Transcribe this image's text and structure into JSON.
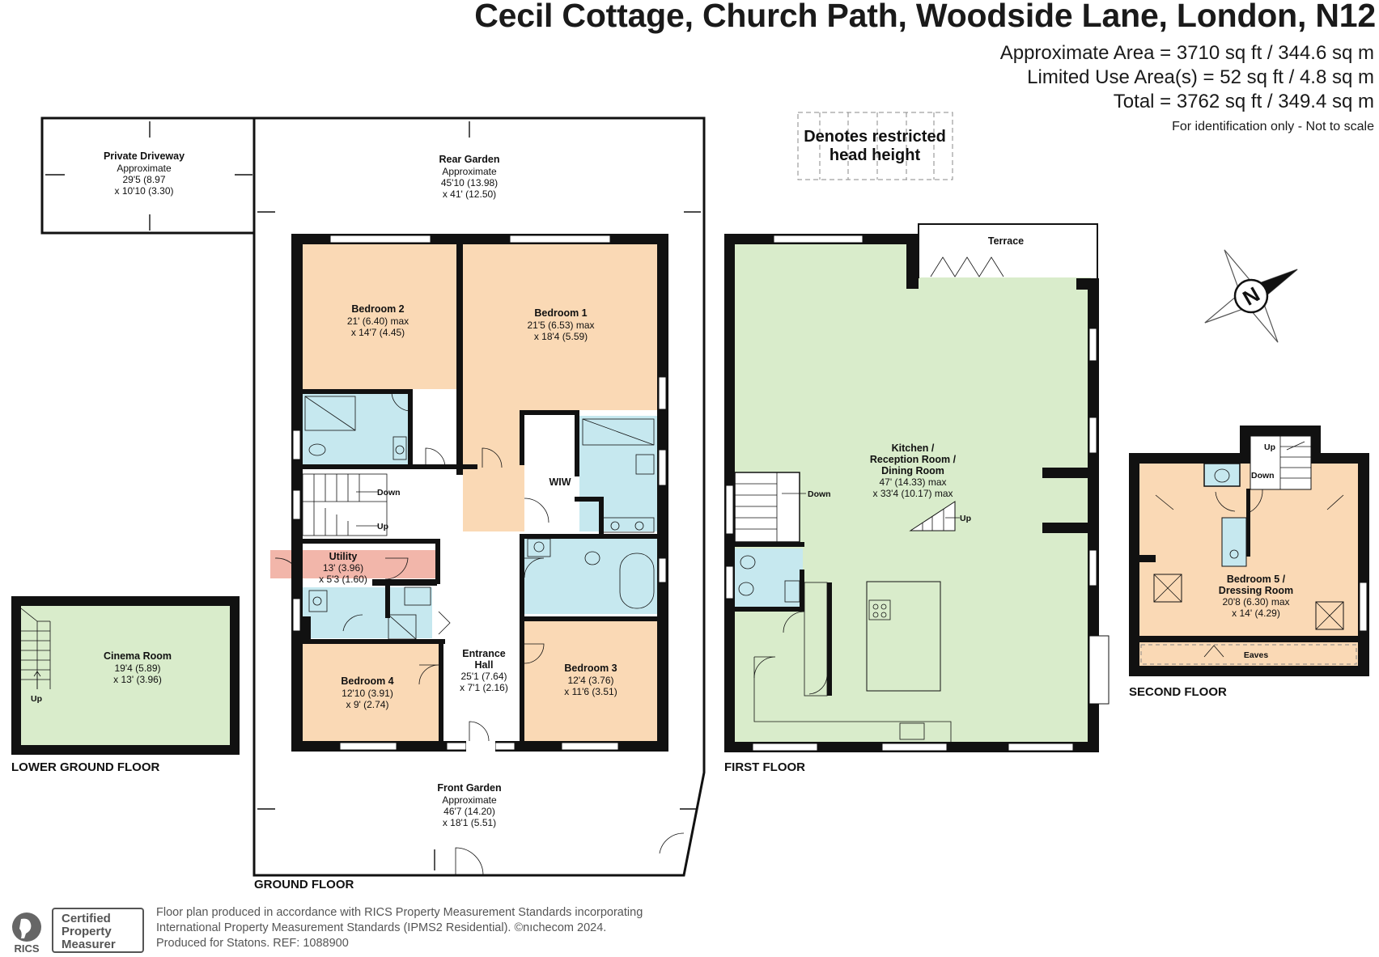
{
  "header": {
    "title": "Cecil Cottage, Church Path, Woodside Lane, London, N12",
    "area_line1": "Approximate Area = 3710 sq ft / 344.6 sq m",
    "area_line2": "Limited Use Area(s) = 52 sq ft / 4.8 sq m",
    "area_line3": "Total = 3762 sq ft / 349.4 sq m",
    "identification": "For identification only - Not to scale"
  },
  "legend": {
    "line1": "Denotes restricted",
    "line2": "head height"
  },
  "floors": {
    "lower_ground": "LOWER GROUND FLOOR",
    "ground": "GROUND FLOOR",
    "first": "FIRST FLOOR",
    "second": "SECOND FLOOR"
  },
  "rooms": {
    "driveway": {
      "name": "Private Driveway",
      "l2": "Approximate",
      "l3": "29'5 (8.97",
      "l4": "x 10'10 (3.30)"
    },
    "rear_garden": {
      "name": "Rear Garden",
      "l2": "Approximate",
      "l3": "45'10 (13.98)",
      "l4": "x 41' (12.50)"
    },
    "bedroom2": {
      "name": "Bedroom 2",
      "l2": "21' (6.40) max",
      "l3": "x 14'7 (4.45)"
    },
    "bedroom1": {
      "name": "Bedroom 1",
      "l2": "21'5 (6.53) max",
      "l3": "x 18'4 (5.59)"
    },
    "wiw": {
      "name": "WIW"
    },
    "utility": {
      "name": "Utility",
      "l2": "13' (3.96)",
      "l3": "x 5'3 (1.60)"
    },
    "entrance": {
      "name": "Entrance",
      "name2": "Hall",
      "l2": "25'1 (7.64)",
      "l3": "x 7'1 (2.16)"
    },
    "bedroom3": {
      "name": "Bedroom 3",
      "l2": "12'4 (3.76)",
      "l3": "x 11'6 (3.51)"
    },
    "bedroom4": {
      "name": "Bedroom 4",
      "l2": "12'10 (3.91)",
      "l3": "x 9' (2.74)"
    },
    "front_garden": {
      "name": "Front Garden",
      "l2": "Approximate",
      "l3": "46'7 (14.20)",
      "l4": "x 18'1 (5.51)"
    },
    "cinema": {
      "name": "Cinema Room",
      "l2": "19'4 (5.89)",
      "l3": "x 13' (3.96)"
    },
    "kitchen": {
      "name": "Kitchen /",
      "name2": "Reception Room /",
      "name3": "Dining Room",
      "l2": "47' (14.33) max",
      "l3": "x 33'4 (10.17) max"
    },
    "terrace": {
      "name": "Terrace"
    },
    "bedroom5": {
      "name": "Bedroom 5 /",
      "name2": "Dressing Room",
      "l2": "20'8 (6.30) max",
      "l3": "x 14' (4.29)"
    },
    "eaves": {
      "name": "Eaves"
    }
  },
  "stairs": {
    "down": "Down",
    "up": "Up"
  },
  "compass": {
    "letter": "N"
  },
  "footer": {
    "line1": "Floor plan produced in accordance with RICS Property Measurement Standards incorporating",
    "line2": "International Property Measurement Standards (IPMS2 Residential).   ©nıchecom 2024.",
    "line3": "Produced for Statons.   REF: 1088900",
    "badge1": "Certified",
    "badge2": "Property",
    "badge3": "Measurer",
    "rics": "RICS"
  },
  "colors": {
    "bedroom": "#fad9b5",
    "bathroom": "#c6e8ef",
    "living": "#d9eccb",
    "utility": "#f2b6aa",
    "wall": "#111111"
  }
}
